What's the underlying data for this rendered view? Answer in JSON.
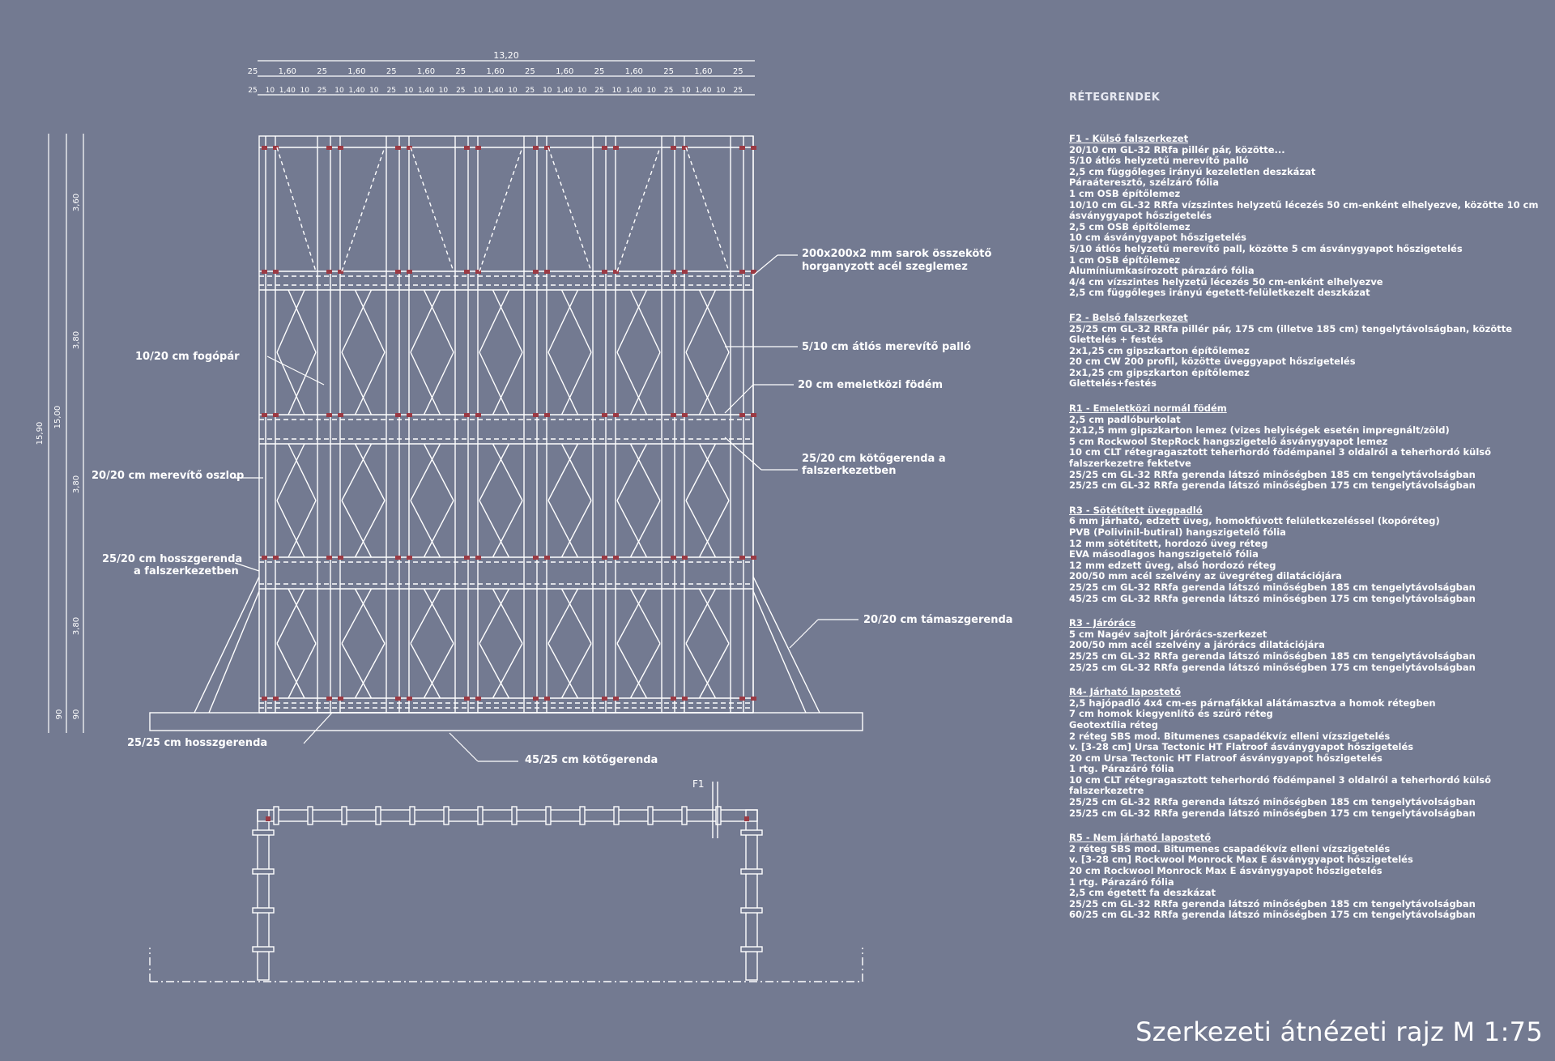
{
  "page_title": "Szerkezeti átnézeti rajz M 1:75",
  "dimensions": {
    "top_total": "13,20",
    "row1": [
      "25",
      "1,60",
      "25",
      "1,60",
      "25",
      "1,60",
      "25",
      "1,60",
      "25",
      "1,60",
      "25",
      "1,60",
      "25",
      "1,60",
      "25"
    ],
    "row2": [
      "25",
      "10",
      "1,40",
      "10",
      "25",
      "10",
      "1,40",
      "10",
      "25",
      "10",
      "1,40",
      "10",
      "25",
      "10",
      "1,40",
      "10",
      "25",
      "10",
      "1,40",
      "10",
      "25",
      "10",
      "1,40",
      "10",
      "25",
      "10",
      "1,40",
      "10",
      "25"
    ],
    "left_outer": "15,90",
    "left_mid": "15,00",
    "left_inner": [
      "3,60",
      "3,80",
      "3,80",
      "3,80",
      "90"
    ],
    "left_mid_bottom": "90"
  },
  "labels": {
    "sarok": [
      "200x200x2 mm sarok összekötő",
      "horganyzott acél szeglemez"
    ],
    "atlos": "5/10 cm átlós merevítő palló",
    "fodem": "20 cm emeletközi födém",
    "kotogerenda": [
      "25/20 cm kötőgerenda a",
      "falszerkezetben"
    ],
    "tamasz": "20/20 cm támaszgerenda",
    "fogopar": "10/20 cm fogópár",
    "oszlop": "20/20 cm merevítő oszlop",
    "hosszgerenda": [
      "25/20 cm hosszgerenda",
      "a falszerkezetben"
    ],
    "hossz_bottom": "25/25 cm  hosszgerenda",
    "kotogerenda_bottom": "45/25  cm kötőgerenda",
    "f1_mark": "F1"
  },
  "layers": {
    "title": "RÉTEGRENDEK",
    "sections": [
      {
        "head": "F1 - Külső falszerkezet",
        "lines": [
          "20/10 cm GL-32 RRfa pillér pár, közötte...",
          "5/10 átlós helyzetű merevítő palló",
          "2,5 cm függőleges irányú kezeletlen deszkázat",
          "Páraáteresztő, szélzáró fólia",
          "1 cm OSB építőlemez",
          "10/10 cm GL-32 RRfa vízszintes helyzetű lécezés 50 cm-enként elhelyezve, közötte 10 cm ásványgyapot hőszigetelés",
          "2,5 cm OSB építőlemez",
          "10 cm ásványgyapot hőszigetelés",
          "5/10 átlós helyzetű merevítő pall, közötte 5 cm ásványgyapot hőszigetelés",
          "1 cm OSB építőlemez",
          "Alumíniumkasírozott párazáró fólia",
          "4/4 cm vízszintes helyzetű lécezés 50 cm-enként elhelyezve",
          "2,5 cm függőleges irányú égetett-felületkezelt deszkázat"
        ]
      },
      {
        "head": "F2 - Belső falszerkezet",
        "lines": [
          "25/25 cm GL-32 RRfa pillér pár, 175 cm (illetve 185 cm) tengelytávolságban, közötte",
          "Glettelés + festés",
          "2x1,25 cm gipszkarton építőlemez",
          "20 cm CW 200 profil, közötte üveggyapot hőszigetelés",
          "2x1,25 cm gipszkarton építőlemez",
          "Glettelés+festés"
        ]
      },
      {
        "head": "R1 - Emeletközi normál födém",
        "lines": [
          "2,5 cm padlóburkolat",
          "2x12,5 mm gipszkarton lemez (vizes helyiségek esetén impregnált/zöld)",
          "5 cm Rockwool StepRock hangszigetelő ásványgyapot lemez",
          "10 cm CLT rétegragasztott teherhordó födémpanel 3 oldalról a teherhordó külső falszerkezetre fektetve",
          "25/25 cm GL-32 RRfa gerenda látszó minőségben 185 cm tengelytávolságban",
          "25/25 cm GL-32 RRfa gerenda látszó minőségben 175 cm tengelytávolságban"
        ]
      },
      {
        "head": "R3 - Sötétített üvegpadló",
        "lines": [
          "6 mm járható, edzett üveg, homokfúvott felületkezeléssel (kopóréteg)",
          "PVB (Polivinil-butiral) hangszigetelő fólia",
          "12 mm sötétített, hordozó üveg réteg",
          "EVA másodlagos hangszigetelő fólia",
          "12 mm edzett üveg, alsó hordozó réteg",
          "200/50 mm acél szelvény az üvegréteg dilatációjára",
          "25/25 cm GL-32 RRfa gerenda látszó minőségben 185 cm tengelytávolságban",
          "45/25 cm GL-32 RRfa gerenda látszó minőségben 175 cm tengelytávolságban"
        ]
      },
      {
        "head": "R3 - Járórács",
        "lines": [
          "5 cm Nagév sajtolt járórács-szerkezet",
          "200/50 mm acél szelvény a járórács dilatációjára",
          "25/25 cm GL-32 RRfa gerenda látszó minőségben 185 cm tengelytávolságban",
          "25/25 cm GL-32 RRfa gerenda látszó minőségben 175 cm tengelytávolságban"
        ]
      },
      {
        "head": "R4- Járható lapostető",
        "lines": [
          "2,5 hajópadló 4x4 cm-es párnafákkal alátámasztva a homok rétegben",
          "7 cm homok kiegyenlítő és szűrő réteg",
          "Geotextília réteg",
          "2 réteg SBS mod. Bitumenes csapadékvíz elleni vízszigetelés",
          "v. [3-28 cm] Ursa Tectonic HT Flatroof ásványgyapot hőszigetelés",
          "20 cm Ursa Tectonic HT Flatroof ásványgyapot hőszigetelés",
          "1 rtg. Párazáró fólia",
          "10 cm CLT rétegragasztott teherhordó födémpanel 3 oldalról a teherhordó külső falszerkezetre",
          "25/25 cm GL-32 RRfa gerenda látszó minőségben 185 cm tengelytávolságban",
          "25/25 cm GL-32 RRfa gerenda látszó minőségben 175 cm tengelytávolságban"
        ]
      },
      {
        "head": "R5 - Nem járható lapostető",
        "lines": [
          "2 réteg SBS mod. Bitumenes csapadékvíz elleni vízszigetelés",
          "v. [3-28 cm] Rockwool Monrock Max E ásványgyapot hőszigetelés",
          "20 cm Rockwool Monrock Max E ásványgyapot hőszigetelés",
          "1 rtg. Párazáró fólia",
          "2,5 cm égetett fa deszkázat",
          "25/25 cm GL-32 RRfa gerenda látszó minőségben 185 cm tengelytávolságban",
          "60/25 cm GL-32 RRfa gerenda látszó minőségben 175 cm tengelytávolságban"
        ]
      }
    ]
  }
}
